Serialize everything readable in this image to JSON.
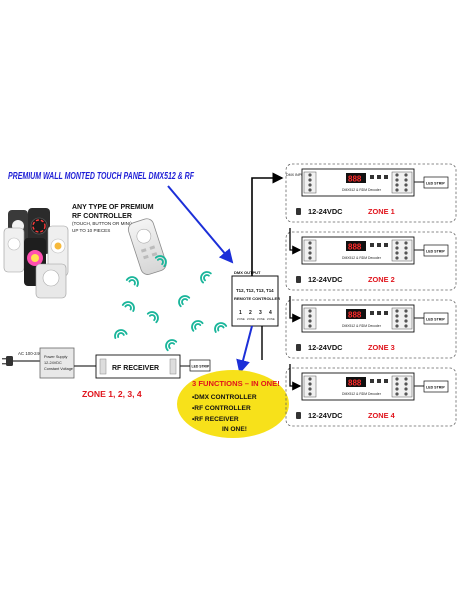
{
  "headline": "PREMIUM  WALL MONTED TOUCH PANEL DMX512 & RF",
  "remote_group": {
    "line1": "ANY TYPE OF PREMIUM",
    "line2": "RF CONTROLLER",
    "line3": "(TOUCH, BUTTON OR MINI)",
    "line4": "UP TO 10 PIECES"
  },
  "wall_panel": {
    "top_label": "DMX OUTPUT",
    "model_line": "T12, T12, T13, T14",
    "name_line": "REMOTE CONTROLLER",
    "zones": [
      "1",
      "2",
      "3",
      "4"
    ],
    "zone_caption": "ZONE"
  },
  "power": {
    "ac_label": "AC 100-240V",
    "psu_line1": "Power Supply",
    "psu_line2": "12-24VDC",
    "psu_line3": "Constant Voltage"
  },
  "rf_receiver": {
    "label": "RF RECEIVER",
    "strip_label": "LED STRIP",
    "zones_caption": "ZONE 1, 2, 3, 4"
  },
  "functions": {
    "title": "3 FUNCTIONS – IN ONE!",
    "items": [
      "•DMX CONTROLLER",
      "•RF CONTROLLER",
      "•RF RECEIVER"
    ],
    "footer": "IN ONE!"
  },
  "dmx_input_label": "DMX INPUT",
  "decoders": [
    {
      "display": "888",
      "model": "DMX512 & RDM Decoder",
      "voltage": "12-24VDC",
      "zone": "ZONE 1",
      "strip": "LED STRIP"
    },
    {
      "display": "888",
      "model": "DMX512 & RDM Decoder",
      "voltage": "12-24VDC",
      "zone": "ZONE 2",
      "strip": "LED STRIP"
    },
    {
      "display": "888",
      "model": "DMX512 & RDM Decoder",
      "voltage": "12-24VDC",
      "zone": "ZONE 3",
      "strip": "LED STRIP"
    },
    {
      "display": "888",
      "model": "DMX512 & RDM Decoder",
      "voltage": "12-24VDC",
      "zone": "ZONE 4",
      "strip": "LED STRIP"
    }
  ],
  "colors": {
    "headline_blue": "#1f1fd6",
    "zone_red": "#e0141c",
    "wave_green": "#19b59a",
    "bubble_yellow": "#f7e11a",
    "arrow_blue": "#1c2fd8"
  }
}
